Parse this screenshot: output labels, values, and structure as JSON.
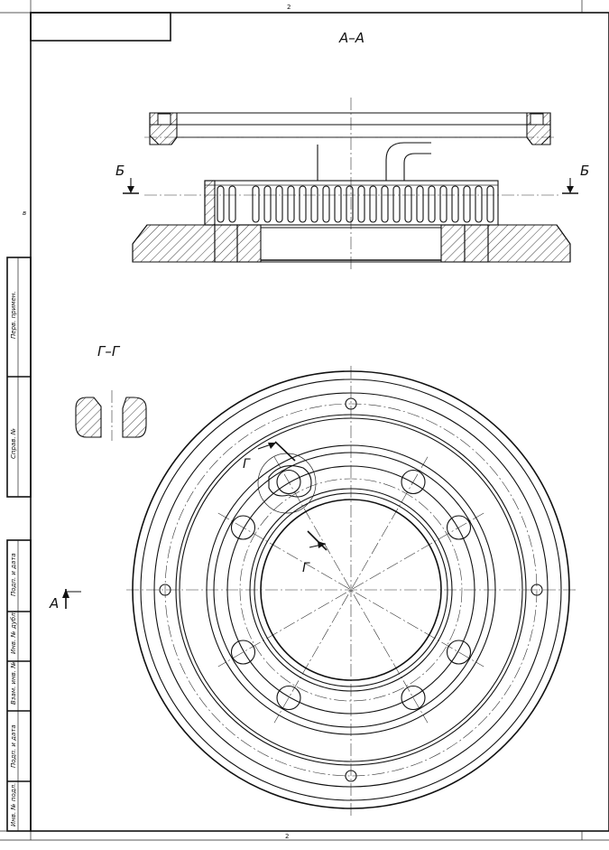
{
  "sheet": {
    "top_number": "2",
    "bottom_number": "2",
    "left_margin_letter": "в"
  },
  "views": {
    "section_aa": "А–А",
    "section_gg": "Г–Г",
    "cut_mark_b_left": "Б",
    "cut_mark_b_right": "Б",
    "cut_mark_a": "А",
    "cut_mark_g_outer": "Г",
    "cut_mark_g_inner": "Г"
  },
  "side_stamp": [
    "Перв. примен.",
    "Справ. №",
    "Подп. и дата",
    "Инв. № дубл.",
    "Взам. инв. №",
    "Подп. и дата",
    "Инв. № подл."
  ]
}
